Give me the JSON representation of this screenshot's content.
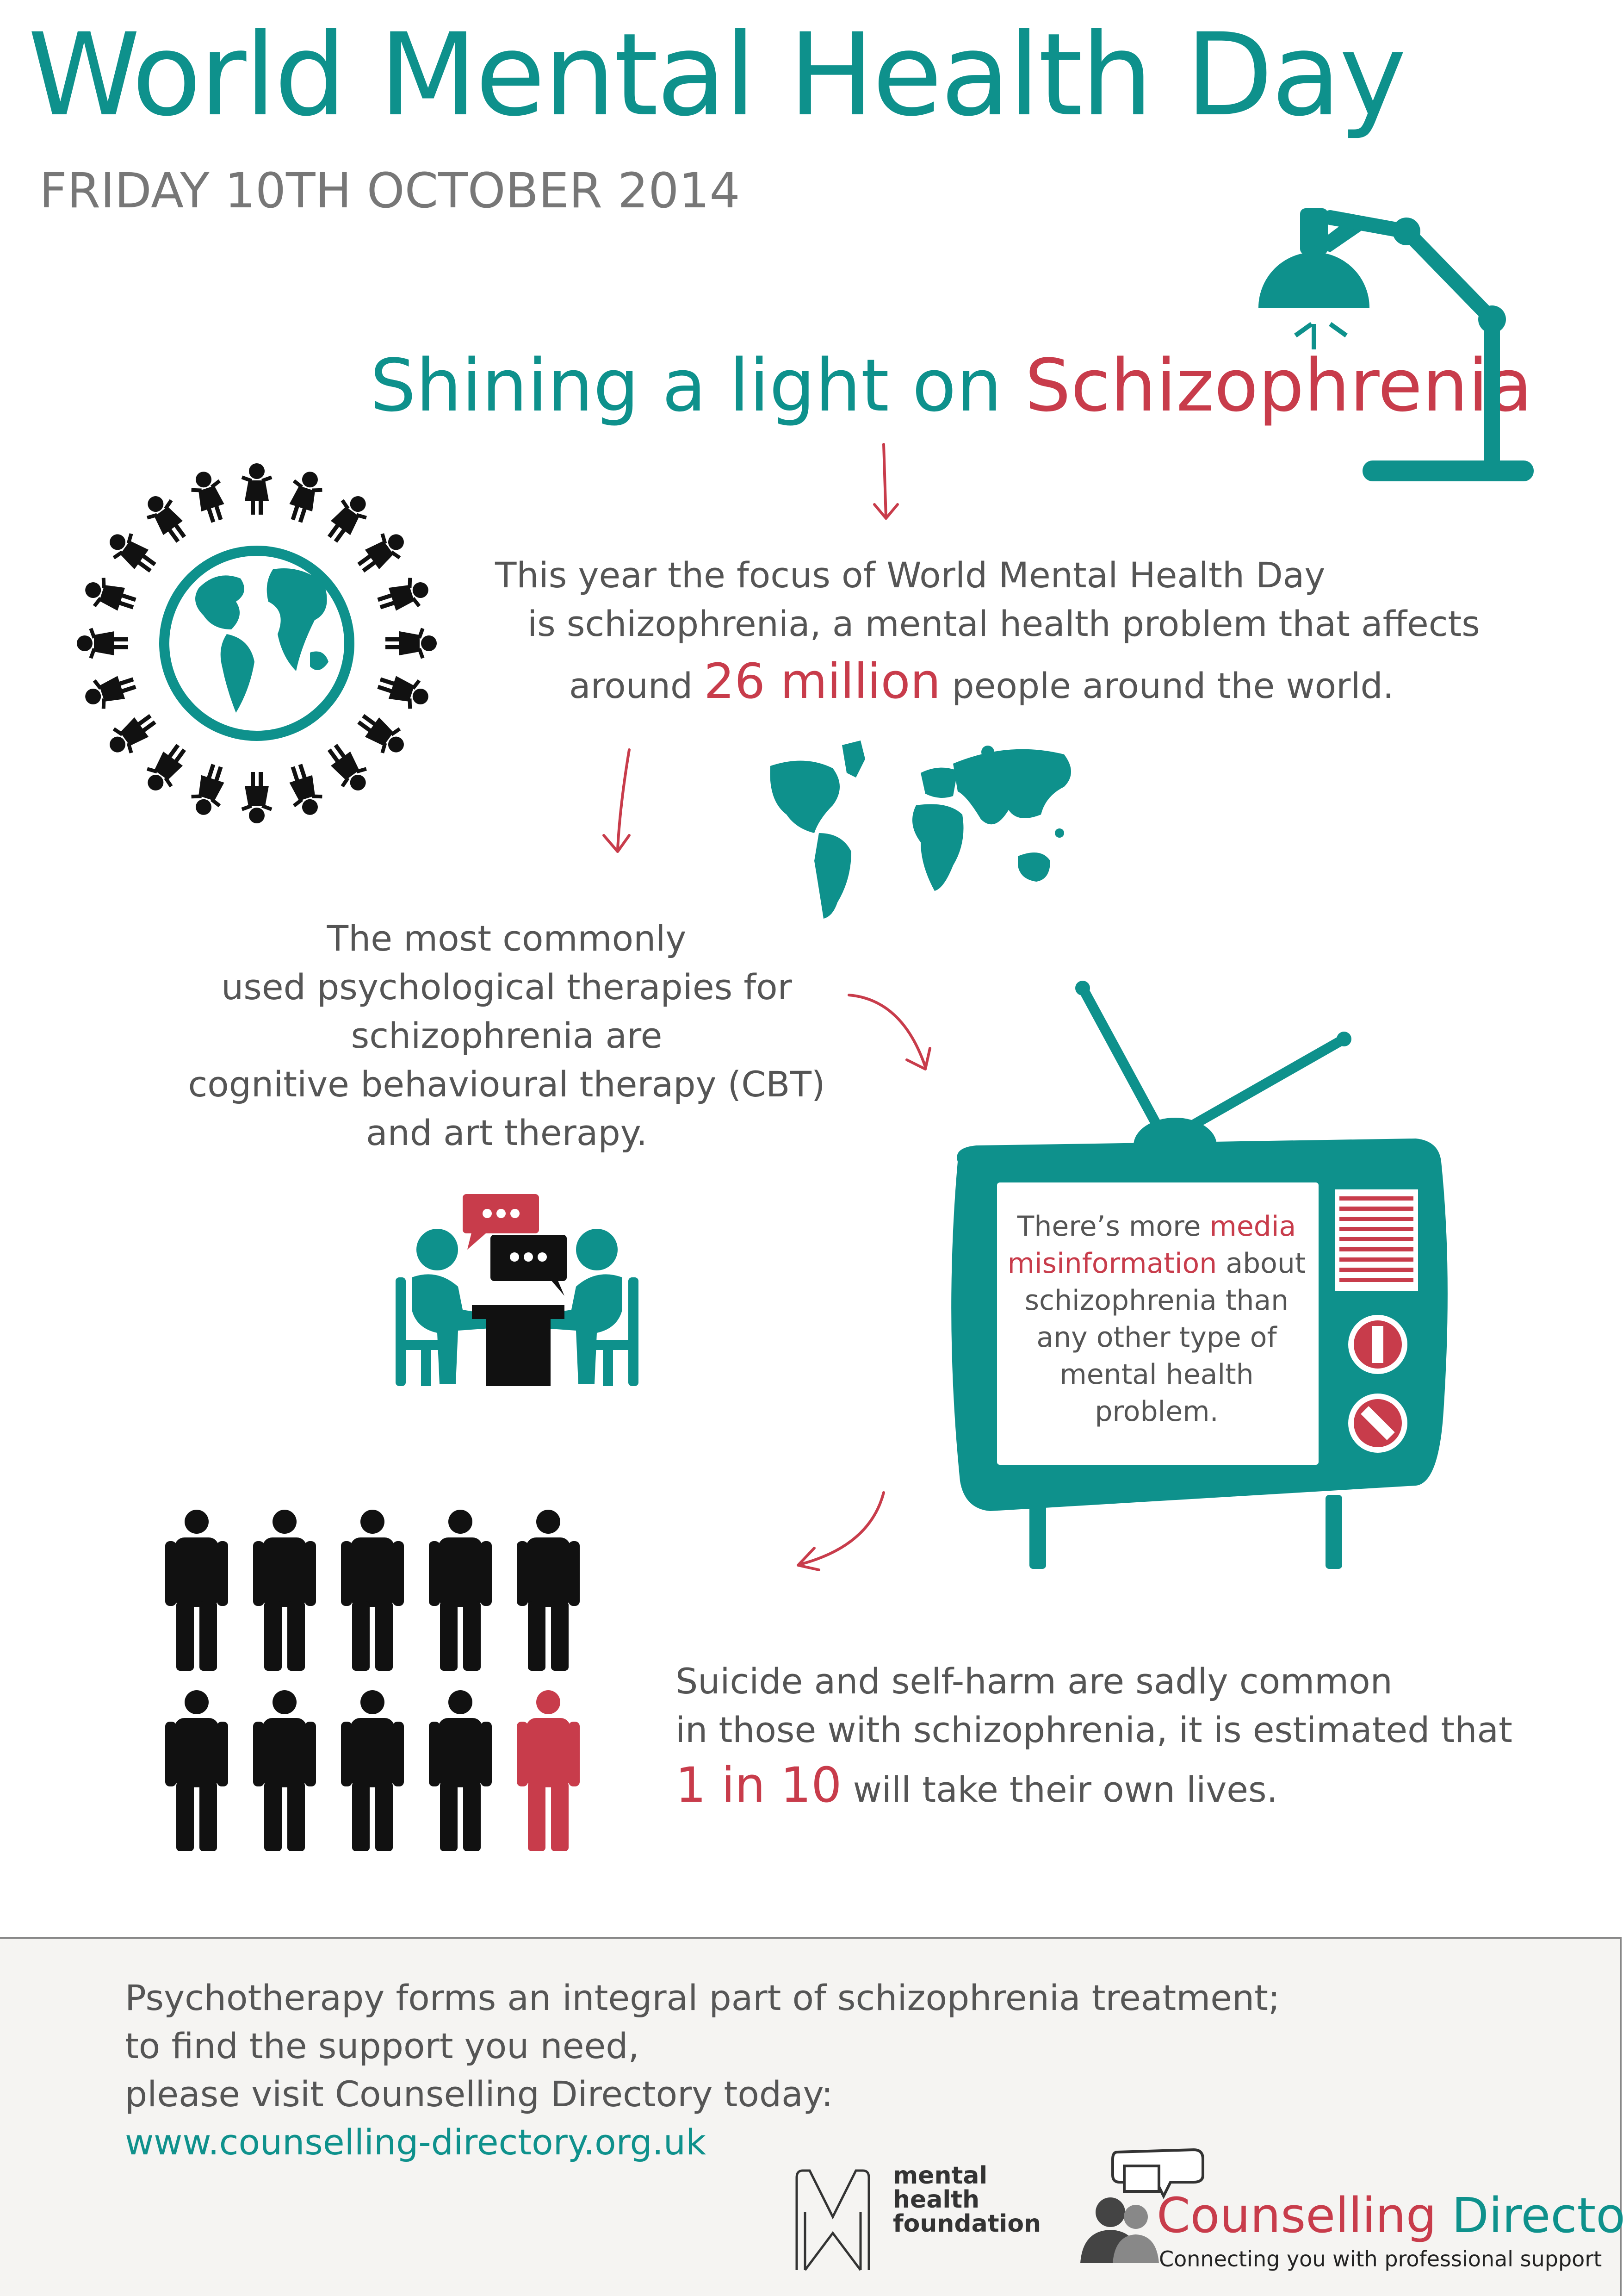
{
  "title": "World Mental Health Day",
  "subtitle": "FRIDAY 10TH OCTOBER 2014",
  "headline": {
    "part1": "Shining a light on",
    "part2": "Schizophrenia"
  },
  "fact_prevalence": {
    "line1": "This year the focus of World Mental Health Day",
    "line2": "is schizophrenia, a mental health problem that affects",
    "line3_pre": "around",
    "highlight": "26 million",
    "line3_post": "people around the world."
  },
  "fact_therapies": {
    "lines": [
      "The most commonly",
      "used psychological therapies for",
      "schizophrenia are",
      "cognitive behavioural therapy (CBT)",
      "and art therapy."
    ]
  },
  "fact_media": {
    "pre": "There’s more",
    "highlight": "media misinformation",
    "post": "about schizophrenia than any other type of mental health problem."
  },
  "fact_suicide": {
    "line1": "Suicide and self-harm are sadly common",
    "line2": "in those with schizophrenia, it is estimated that",
    "highlight": "1 in 10",
    "line3_post": "will take their own lives."
  },
  "footer": {
    "line1": "Psychotherapy forms an integral part of schizophrenia treatment;",
    "line2": "to find the support you need,",
    "line3": "please visit Counselling Directory today:",
    "url": "www.counselling-directory.org.uk"
  },
  "logos": {
    "mhf": {
      "line1": "mental",
      "line2": "health",
      "line3": "foundation"
    },
    "cd": {
      "word1": "Counselling",
      "word2": "Directory",
      "tagline": "Connecting you with professional support"
    }
  },
  "icons": [
    "desk-lamp-icon",
    "globe-children-icon",
    "world-map-icon",
    "therapy-session-icon",
    "television-icon",
    "people-figures-icon",
    "arrow-icon"
  ],
  "colors": {
    "teal": "#0e918c",
    "red": "#c83c4b",
    "text": "#555555",
    "black": "#111111"
  },
  "people_stat": {
    "total": 10,
    "highlighted": 1
  }
}
